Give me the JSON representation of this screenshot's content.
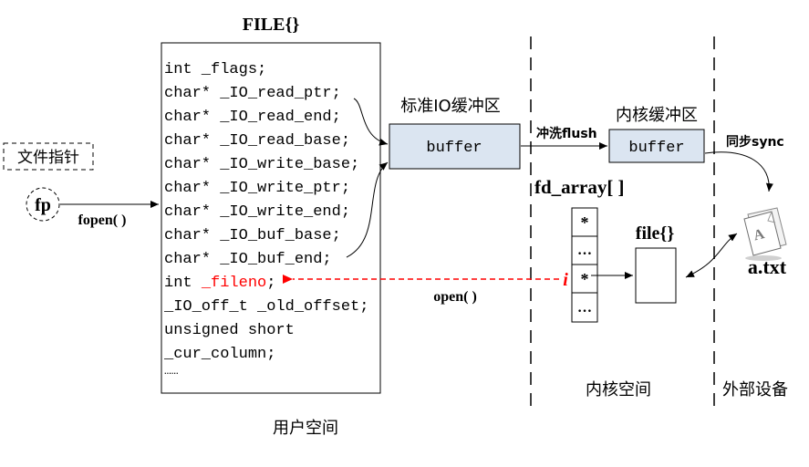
{
  "file_struct": {
    "title": "FILE{}",
    "fields": [
      "int _flags;",
      "char* _IO_read_ptr;",
      "char* _IO_read_end;",
      "char* _IO_read_base;",
      "char* _IO_write_base;",
      "char* _IO_write_ptr;",
      "char* _IO_write_end;",
      "char* _IO_buf_base;",
      "char* _IO_buf_end;"
    ],
    "fileno_prefix": "int ",
    "fileno_name": "_fileno",
    "fileno_suffix": ";",
    "fields_after": [
      "_IO_off_t _old_offset;",
      "unsigned short",
      "_cur_column;",
      "……"
    ]
  },
  "pointer": {
    "label": "文件指针",
    "fp": "fp",
    "fopen": "fopen( )"
  },
  "std_buffer": {
    "title": "标准IO缓冲区",
    "box": "buffer"
  },
  "flush_label": "冲洗flush",
  "kernel_buffer": {
    "title": "内核缓冲区",
    "box": "buffer"
  },
  "sync_label": "同步sync",
  "fd_array": {
    "title": "fd_array[ ]",
    "cells": [
      "*",
      "…",
      "*",
      "…"
    ],
    "index": "i"
  },
  "open_label": "open( )",
  "file_obj": "file{}",
  "disk_file": "a.txt",
  "regions": {
    "user": "用户空间",
    "kernel": "内核空间",
    "device": "外部设备"
  },
  "colors": {
    "buffer_fill": "#dbe5f1",
    "highlight_red": "#ff0000",
    "line": "#000000"
  }
}
